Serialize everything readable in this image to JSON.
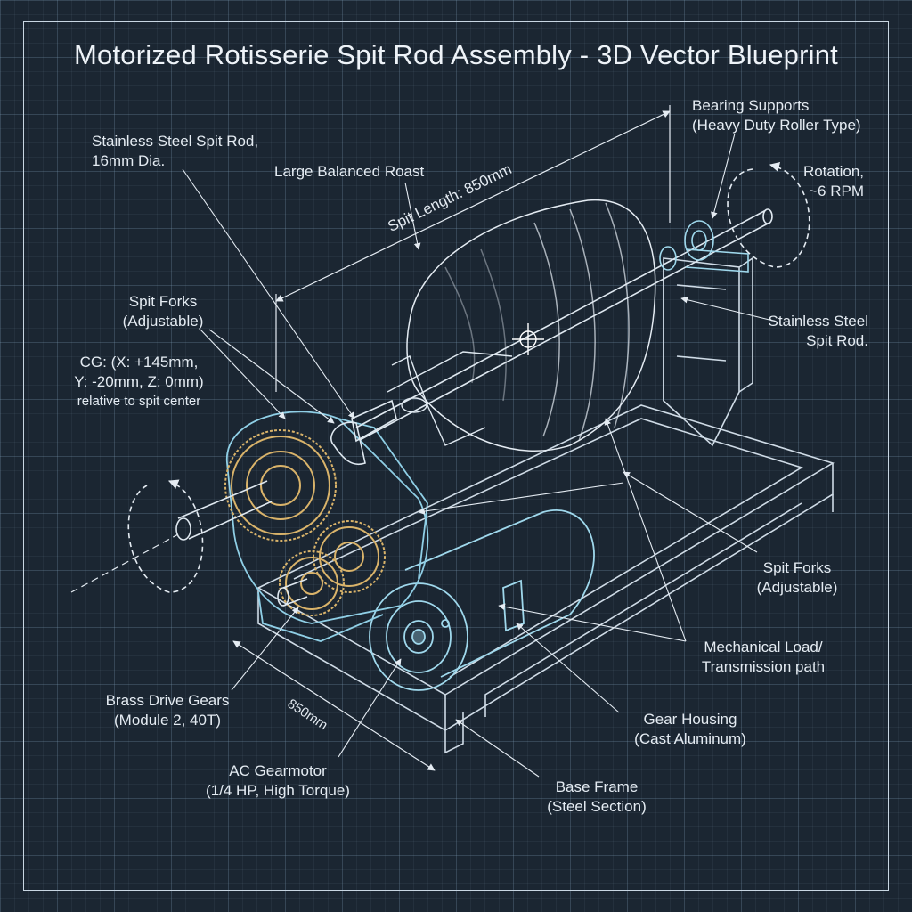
{
  "title": "Motorized Rotisserie Spit Rod Assembly - 3D Vector Blueprint",
  "labels": {
    "spit_rod_top": [
      "Stainless Steel Spit Rod,",
      "16mm Dia."
    ],
    "roast": "Large Balanced Roast",
    "spit_length": "Spit Length: 850mm",
    "bearing_supports": [
      "Bearing Supports",
      "(Heavy Duty Roller Type)"
    ],
    "rotation": [
      "Rotation,",
      "~6 RPM"
    ],
    "spit_forks_left": [
      "Spit Forks",
      "(Adjustable)"
    ],
    "cg": [
      "CG: (X: +145mm,",
      "Y: -20mm, Z: 0mm)",
      "relative to spit center"
    ],
    "spit_rod_right": [
      "Stainless Steel",
      "Spit Rod."
    ],
    "spit_forks_right": [
      "Spit Forks",
      "(Adjustable)"
    ],
    "mechanical_load": [
      "Mechanical Load/",
      "Transmission path"
    ],
    "brass_gears": [
      "Brass Drive Gears",
      "(Module 2, 40T)"
    ],
    "base_dimension": "850mm",
    "gear_housing": [
      "Gear Housing",
      "(Cast Aluminum)"
    ],
    "gearmotor": [
      "AC Gearmotor",
      "(1/4 HP, High Torque)"
    ],
    "base_frame": [
      "Base Frame",
      "(Steel Section)"
    ]
  },
  "colors": {
    "background": "#1b2632",
    "line": "#dfe8f0",
    "accent_cyan": "#8fd3ea",
    "brass": "#d9b36a"
  }
}
